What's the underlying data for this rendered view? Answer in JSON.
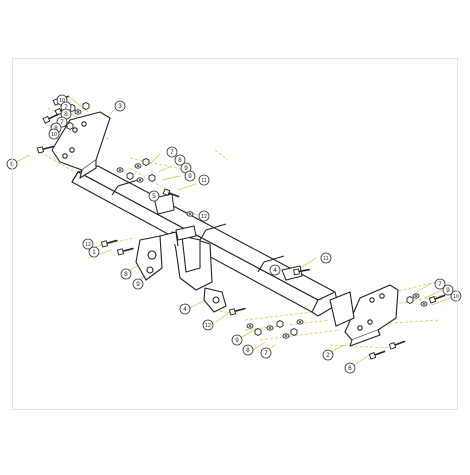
{
  "callouts": [
    "1",
    "2",
    "3",
    "4",
    "5",
    "6",
    "7",
    "8",
    "9",
    "10",
    "11",
    "12",
    "13"
  ],
  "colors": {
    "line": "#222222",
    "leader": "#e0cc5a",
    "callout_stroke": "#333333",
    "frame": "#e3e3e3",
    "background": "#ffffff"
  }
}
